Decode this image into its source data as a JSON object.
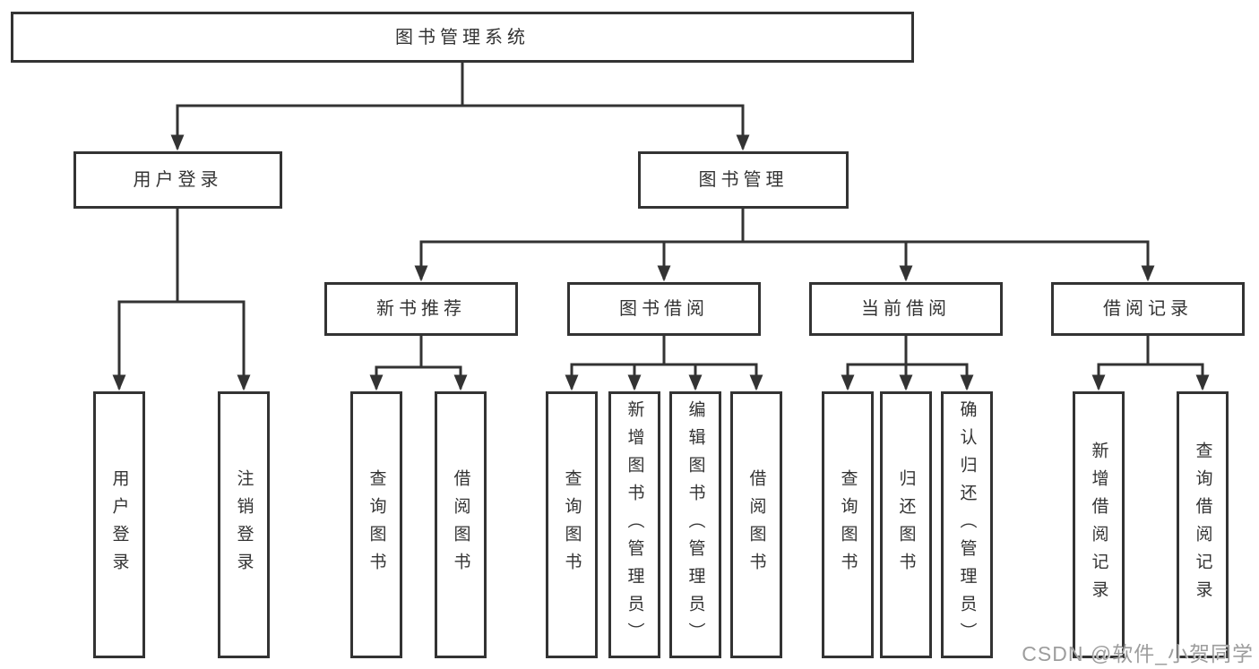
{
  "tree": {
    "root": "图书管理系统",
    "children": [
      {
        "label": "用户登录",
        "children": [
          "用户登录",
          "注销登录"
        ]
      },
      {
        "label": "图书管理",
        "children": [
          {
            "label": "新书推荐",
            "children": [
              "查询图书",
              "借阅图书"
            ]
          },
          {
            "label": "图书借阅",
            "children": [
              "查询图书",
              "新增图书（管理员）",
              "编辑图书（管理员）",
              "借阅图书"
            ]
          },
          {
            "label": "当前借阅",
            "children": [
              "查询图书",
              "归还图书",
              "确认归还（管理员）"
            ]
          },
          {
            "label": "借阅记录",
            "children": [
              "新增借阅记录",
              "查询借阅记录"
            ]
          }
        ]
      }
    ]
  },
  "watermark": {
    "text": "CSDN @软件_小贺同学"
  },
  "colors": {
    "line": "#333333",
    "text": "#333333",
    "watermark": "#9d9d9d",
    "background": "#ffffff"
  }
}
